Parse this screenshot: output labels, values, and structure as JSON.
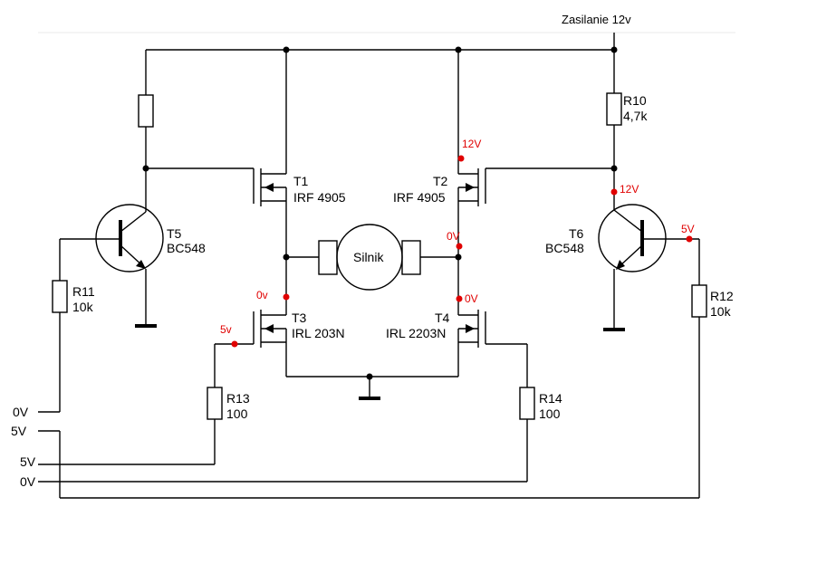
{
  "supply": "Zasilanie 12v",
  "motor": "Silnik",
  "transistors": {
    "t1": {
      "name": "T1",
      "part": "IRF 4905"
    },
    "t2": {
      "name": "T2",
      "part": "IRF 4905"
    },
    "t3": {
      "name": "T3",
      "part": "IRL 203N"
    },
    "t4": {
      "name": "T4",
      "part": "IRL 2203N"
    },
    "t5": {
      "name": "T5",
      "part": "BC548"
    },
    "t6": {
      "name": "T6",
      "part": "BC548"
    }
  },
  "resistors": {
    "r10": {
      "name": "R10",
      "value": "4,7k"
    },
    "r11": {
      "name": "R11",
      "value": "10k"
    },
    "r12": {
      "name": "R12",
      "value": "10k"
    },
    "r13": {
      "name": "R13",
      "value": "100"
    },
    "r14": {
      "name": "R14",
      "value": "100"
    }
  },
  "inputs": {
    "in1": "0V",
    "in2": "5V",
    "in3": "5V",
    "in4": "0V"
  },
  "voltages": {
    "t2_source": "12V",
    "t6_collector": "12V",
    "right_out": "0V",
    "t3_drain": "0v",
    "t4_drain": "0V",
    "t3_gate": "5v",
    "t6_base": "5V"
  },
  "colors": {
    "wire": "#000000",
    "voltage_marker": "#e00000"
  }
}
